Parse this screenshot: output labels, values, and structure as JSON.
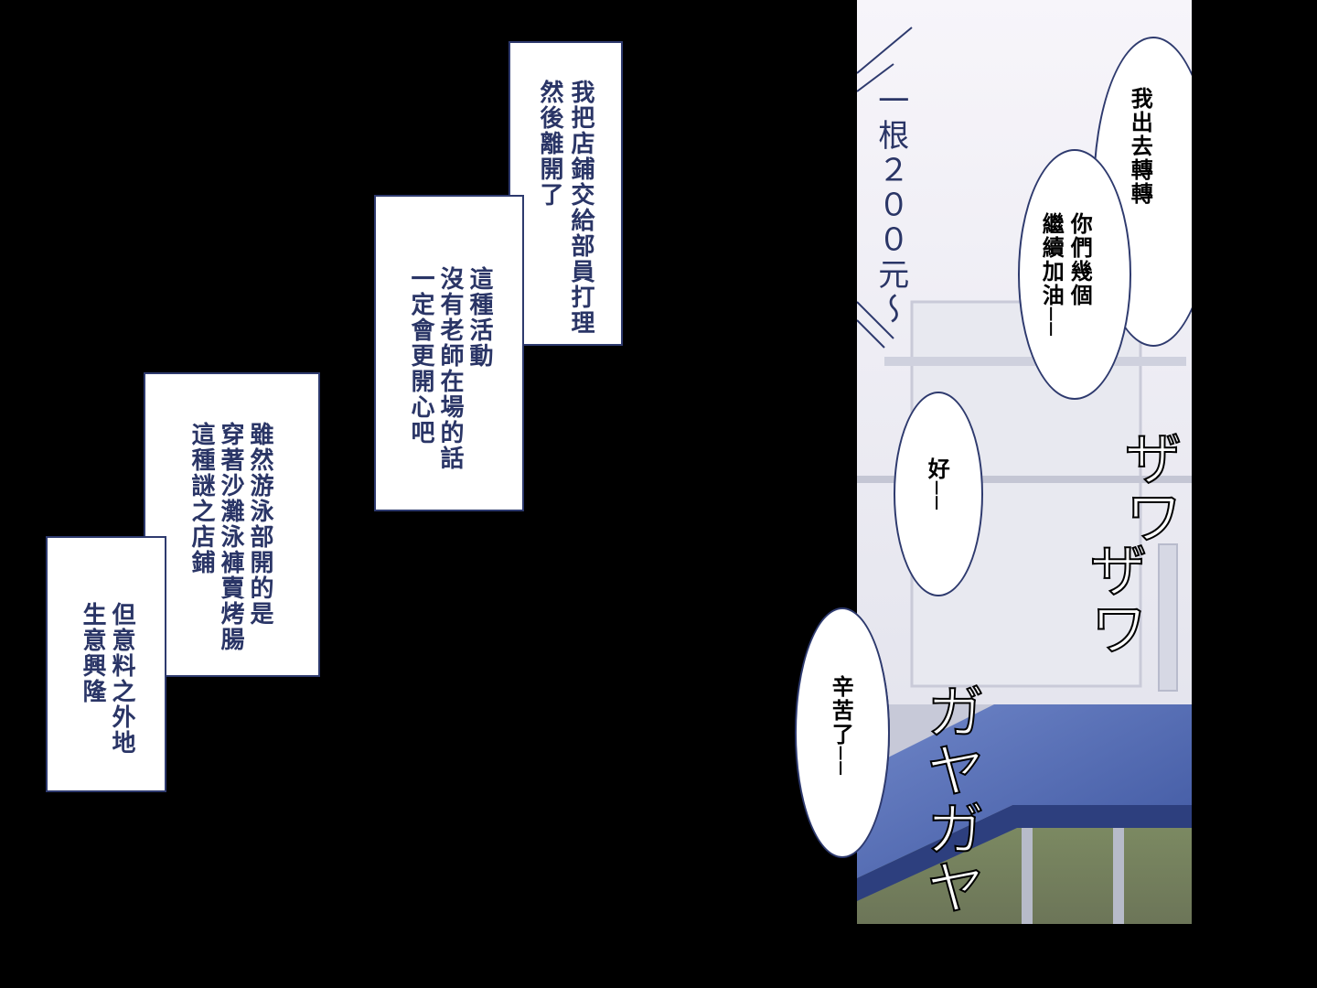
{
  "captions": {
    "box1": {
      "lines": [
        "我把店鋪交給部員打理",
        "然後離開了"
      ]
    },
    "box2": {
      "lines": [
        "這種活動",
        "沒有老師在場的話",
        "一定會更開心吧"
      ]
    },
    "box3": {
      "lines": [
        "雖然游泳部開的是",
        "穿著沙灘泳褲賣烤腸",
        "這種謎之店鋪"
      ]
    },
    "box4": {
      "lines": [
        "但意料之外地",
        "生意興隆"
      ]
    }
  },
  "scene": {
    "sign_text": "一根２００元～",
    "bubbles": {
      "b1": "我出去轉轉",
      "b2_lines": [
        "你們幾個",
        "繼續加油──"
      ],
      "b3": "好──",
      "b4": "辛苦了──"
    },
    "sfx": {
      "zawa1": "ザワ",
      "zawa2": "ザワ",
      "gaya": "ガヤガヤ"
    }
  }
}
